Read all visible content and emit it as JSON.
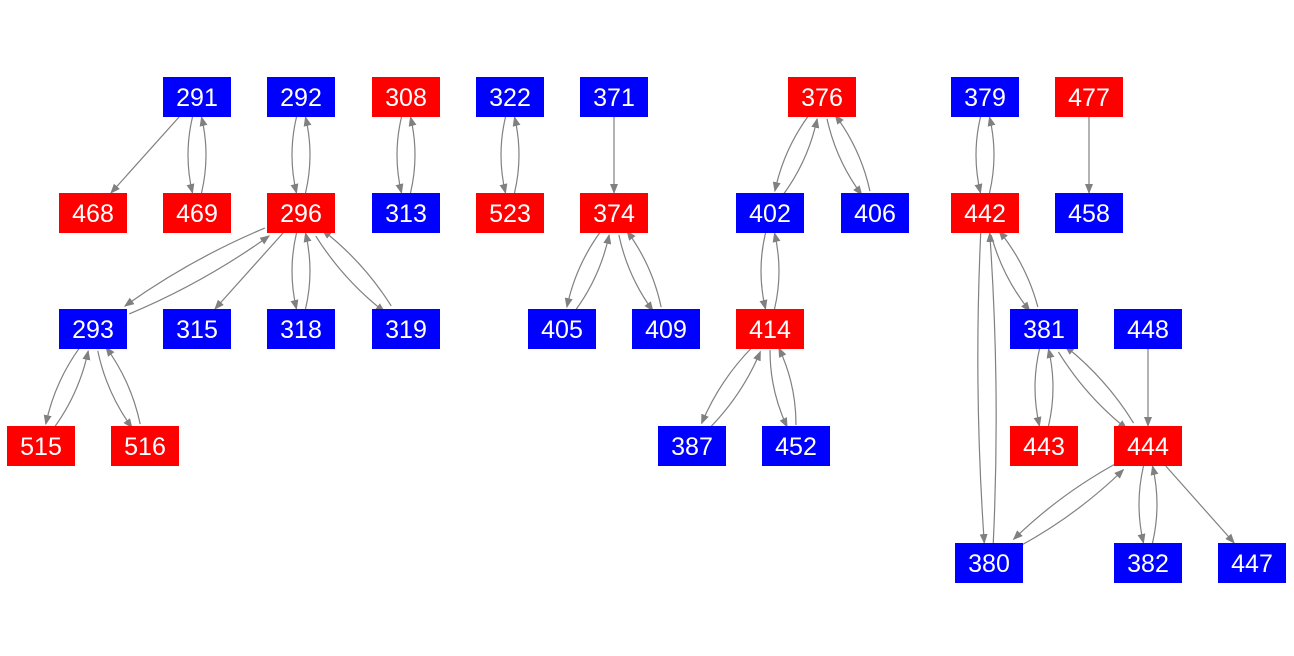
{
  "colors": {
    "red": "#ff0000",
    "blue": "#0000ff",
    "edge": "#808080",
    "text": "#ffffff"
  },
  "nodes": [
    {
      "id": "291",
      "color": "blue"
    },
    {
      "id": "292",
      "color": "blue"
    },
    {
      "id": "308",
      "color": "red"
    },
    {
      "id": "322",
      "color": "blue"
    },
    {
      "id": "371",
      "color": "blue"
    },
    {
      "id": "376",
      "color": "red"
    },
    {
      "id": "379",
      "color": "blue"
    },
    {
      "id": "477",
      "color": "red"
    },
    {
      "id": "468",
      "color": "red"
    },
    {
      "id": "469",
      "color": "red"
    },
    {
      "id": "296",
      "color": "red"
    },
    {
      "id": "313",
      "color": "blue"
    },
    {
      "id": "523",
      "color": "red"
    },
    {
      "id": "374",
      "color": "red"
    },
    {
      "id": "402",
      "color": "blue"
    },
    {
      "id": "406",
      "color": "blue"
    },
    {
      "id": "442",
      "color": "red"
    },
    {
      "id": "458",
      "color": "blue"
    },
    {
      "id": "293",
      "color": "blue"
    },
    {
      "id": "315",
      "color": "blue"
    },
    {
      "id": "318",
      "color": "blue"
    },
    {
      "id": "319",
      "color": "blue"
    },
    {
      "id": "405",
      "color": "blue"
    },
    {
      "id": "409",
      "color": "blue"
    },
    {
      "id": "414",
      "color": "red"
    },
    {
      "id": "381",
      "color": "blue"
    },
    {
      "id": "448",
      "color": "blue"
    },
    {
      "id": "515",
      "color": "red"
    },
    {
      "id": "516",
      "color": "red"
    },
    {
      "id": "387",
      "color": "blue"
    },
    {
      "id": "452",
      "color": "blue"
    },
    {
      "id": "443",
      "color": "red"
    },
    {
      "id": "444",
      "color": "red"
    },
    {
      "id": "380",
      "color": "blue"
    },
    {
      "id": "382",
      "color": "blue"
    },
    {
      "id": "447",
      "color": "blue"
    }
  ],
  "edges": [
    [
      "291",
      "468"
    ],
    [
      "291",
      "469"
    ],
    [
      "469",
      "291"
    ],
    [
      "292",
      "296"
    ],
    [
      "296",
      "292"
    ],
    [
      "308",
      "313"
    ],
    [
      "313",
      "308"
    ],
    [
      "322",
      "523"
    ],
    [
      "523",
      "322"
    ],
    [
      "371",
      "374"
    ],
    [
      "376",
      "402"
    ],
    [
      "402",
      "376"
    ],
    [
      "376",
      "406"
    ],
    [
      "406",
      "376"
    ],
    [
      "379",
      "442"
    ],
    [
      "442",
      "379"
    ],
    [
      "477",
      "458"
    ],
    [
      "296",
      "293"
    ],
    [
      "293",
      "296"
    ],
    [
      "296",
      "315"
    ],
    [
      "296",
      "318"
    ],
    [
      "318",
      "296"
    ],
    [
      "296",
      "319"
    ],
    [
      "319",
      "296"
    ],
    [
      "293",
      "515"
    ],
    [
      "515",
      "293"
    ],
    [
      "293",
      "516"
    ],
    [
      "516",
      "293"
    ],
    [
      "374",
      "405"
    ],
    [
      "405",
      "374"
    ],
    [
      "374",
      "409"
    ],
    [
      "409",
      "374"
    ],
    [
      "402",
      "414"
    ],
    [
      "414",
      "402"
    ],
    [
      "414",
      "387"
    ],
    [
      "387",
      "414"
    ],
    [
      "414",
      "452"
    ],
    [
      "452",
      "414"
    ],
    [
      "442",
      "381"
    ],
    [
      "381",
      "442"
    ],
    [
      "442",
      "380"
    ],
    [
      "380",
      "442"
    ],
    [
      "448",
      "444"
    ],
    [
      "381",
      "443"
    ],
    [
      "443",
      "381"
    ],
    [
      "381",
      "444"
    ],
    [
      "444",
      "381"
    ],
    [
      "444",
      "380"
    ],
    [
      "380",
      "444"
    ],
    [
      "444",
      "382"
    ],
    [
      "382",
      "444"
    ],
    [
      "444",
      "447"
    ]
  ]
}
